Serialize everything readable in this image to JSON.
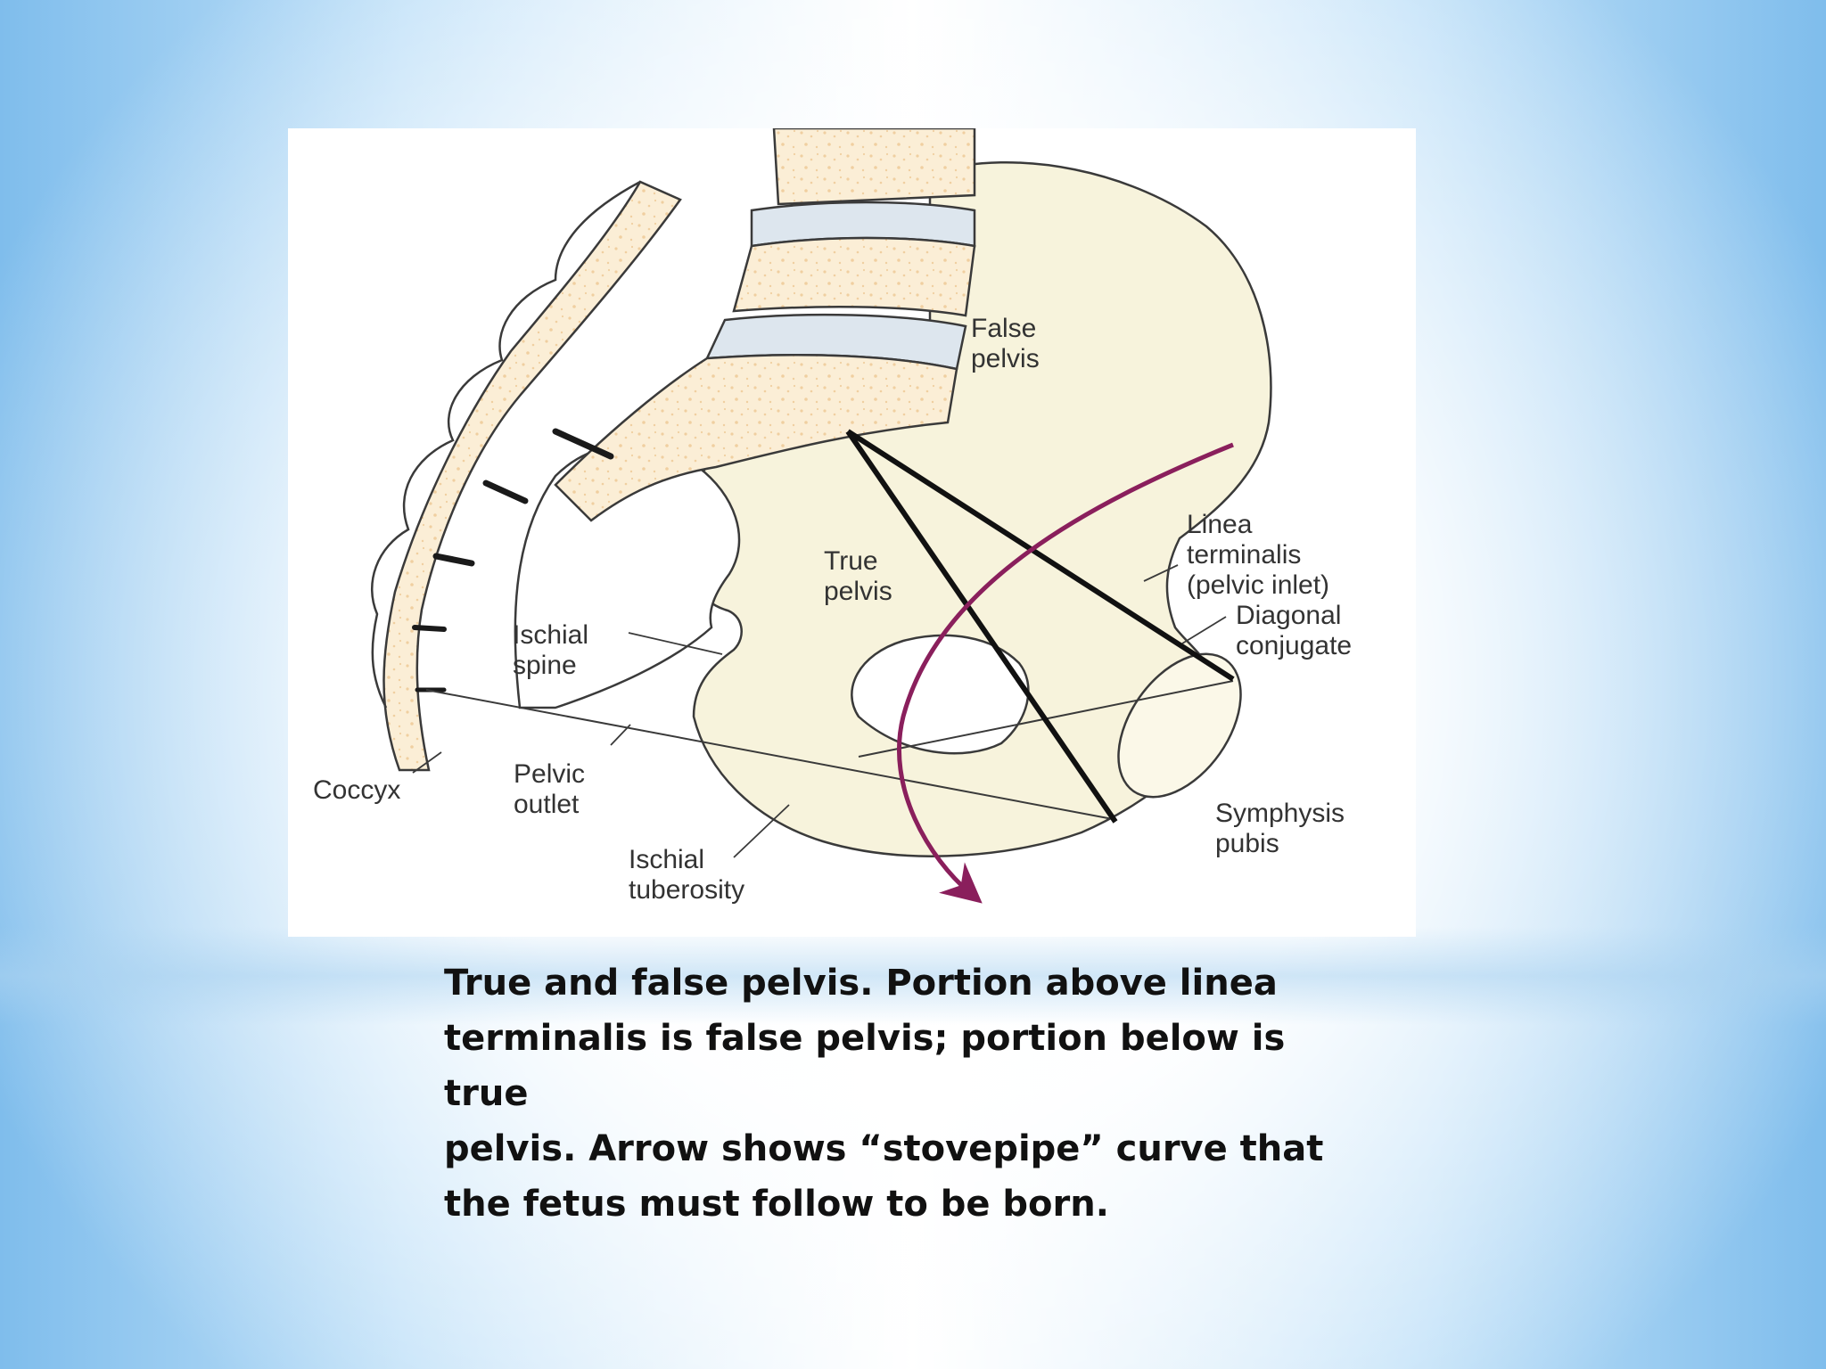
{
  "diagram": {
    "labels": {
      "false_pelvis": [
        "False",
        "pelvis"
      ],
      "true_pelvis": [
        "True",
        "pelvis"
      ],
      "linea_terminalis": [
        "Linea",
        "terminalis",
        "(pelvic inlet)"
      ],
      "diagonal_conjugate": [
        "Diagonal",
        "conjugate"
      ],
      "ischial_spine": [
        "Ischial",
        "spine"
      ],
      "coccyx": "Coccyx",
      "pelvic_outlet": [
        "Pelvic",
        "outlet"
      ],
      "ischial_tuberosity": [
        "Ischial",
        "tuberosity"
      ],
      "symphysis_pubis": [
        "Symphysis",
        "pubis"
      ]
    },
    "colors": {
      "bone_fill": "#f7f3dc",
      "bone_texture": "#f5dfba",
      "disc_fill": "#dde6ee",
      "outline": "#3a3a3a",
      "arrow": "#8a1f5c"
    }
  },
  "caption": {
    "line1": "True and false pelvis. Portion above linea",
    "line2": "terminalis is false pelvis; portion below is true",
    "line3": "pelvis. Arrow shows “stovepipe” curve that",
    "line4": "the fetus must follow to be born."
  }
}
